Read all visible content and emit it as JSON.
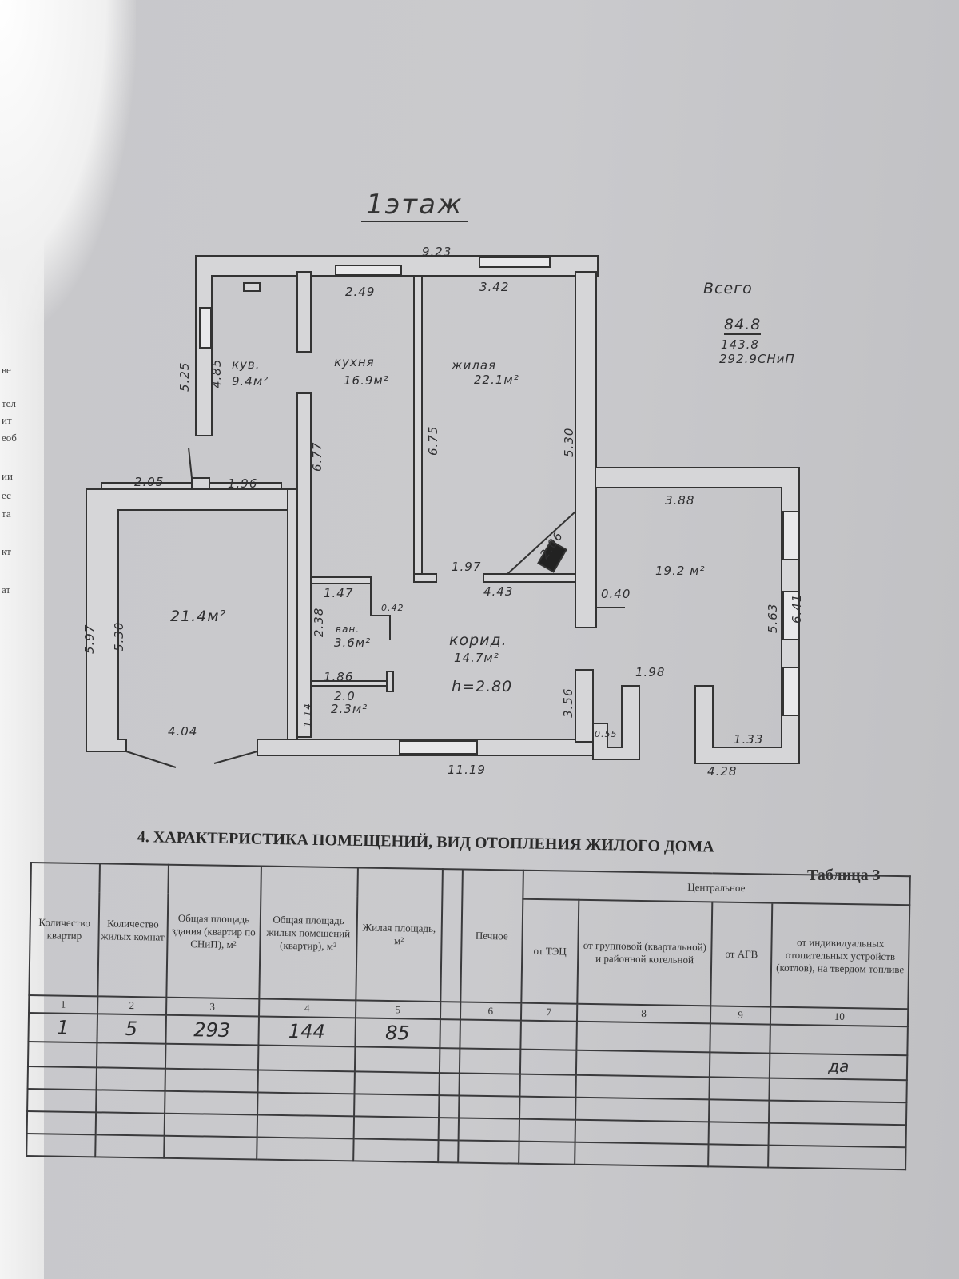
{
  "margin_fragments": [
    "ве",
    "тел",
    "ит",
    "еоб",
    "ии",
    "ес",
    "та",
    "кт",
    "ат"
  ],
  "plan": {
    "title": "1этаж",
    "totals": {
      "label": "Всего",
      "living": "84.8",
      "total": "143.8",
      "snip": "292.9СНиП"
    },
    "rooms": {
      "kub_name": "кув.",
      "kub_area": "9.4м²",
      "kitchen_name": "кухня",
      "kitchen_area": "16.9м²",
      "living_name": "жилая",
      "living_area": "22.1м²",
      "right_area": "19.2 м²",
      "left_area": "21.4м²",
      "bath_name": "ван.",
      "bath_area": "3.6м²",
      "corridor_name": "корид.",
      "corridor_area": "14.7м²",
      "height": "h=2.80",
      "wc_dim": "2.0",
      "wc_area": "2.3м²"
    },
    "dims": {
      "top": "9.23",
      "d249": "2.49",
      "d342": "3.42",
      "d525": "5.25",
      "d485": "4.85",
      "d675": "6.75",
      "d677": "6.77",
      "d530a": "5.30",
      "d205": "2.05",
      "d196": "1.96",
      "d388": "3.88",
      "d206": "2.06",
      "d197": "1.97",
      "d443": "4.43",
      "d040": "0.40",
      "d563": "5.63",
      "d641": "6.41",
      "d147": "1.47",
      "d042": "0.42",
      "d238": "2.38",
      "d597": "5.97",
      "d530b": "5.30",
      "d186": "1.86",
      "d114": "1.14",
      "d356": "3.56",
      "d198": "1.98",
      "d055": "0.55",
      "d404": "4.04",
      "d133": "1.33",
      "d1119": "11.19",
      "d428": "4.28"
    }
  },
  "section_title": "4. ХАРАКТЕРИСТИКА ПОМЕЩЕНИЙ, ВИД ОТОПЛЕНИЯ ЖИЛОГО ДОМА",
  "table_label": "Таблица 3",
  "table": {
    "group_header": "Центральное",
    "headers": [
      "Количество квартир",
      "Количество жилых комнат",
      "Общая площадь здания (квартир по СНиП), м²",
      "Общая площадь жилых помещений (квартир), м²",
      "Жилая площадь, м²",
      "",
      "Печное",
      "от ТЭЦ",
      "от групповой (квартальной) и районной котельной",
      "от АГВ",
      "от индивидуальных отопительных устройств (котлов), на твердом топливе"
    ],
    "numbers": [
      "1",
      "2",
      "3",
      "4",
      "5",
      "",
      "6",
      "7",
      "8",
      "9",
      "10"
    ],
    "row1": [
      "1",
      "5",
      "293",
      "144",
      "85",
      "",
      "",
      "",
      "",
      "",
      ""
    ],
    "row2": [
      "",
      "",
      "",
      "",
      "",
      "",
      "",
      "",
      "",
      "",
      "да"
    ]
  }
}
